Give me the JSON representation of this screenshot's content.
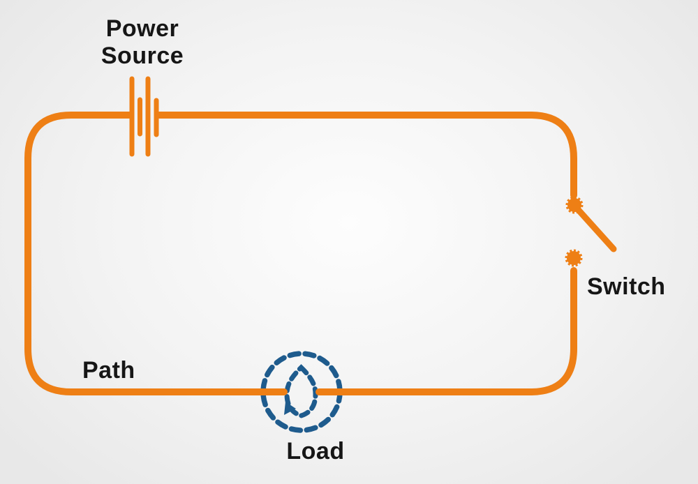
{
  "colors": {
    "wire": "#EE7F15",
    "load": "#1E5B8D",
    "label": "#161616",
    "bg_center": "#fdfdfd",
    "bg_edge": "#e8e8e8"
  },
  "labels": {
    "power_source_line1": "Power",
    "power_source_line2": "Source",
    "switch": "Switch",
    "path": "Path",
    "load": "Load"
  }
}
